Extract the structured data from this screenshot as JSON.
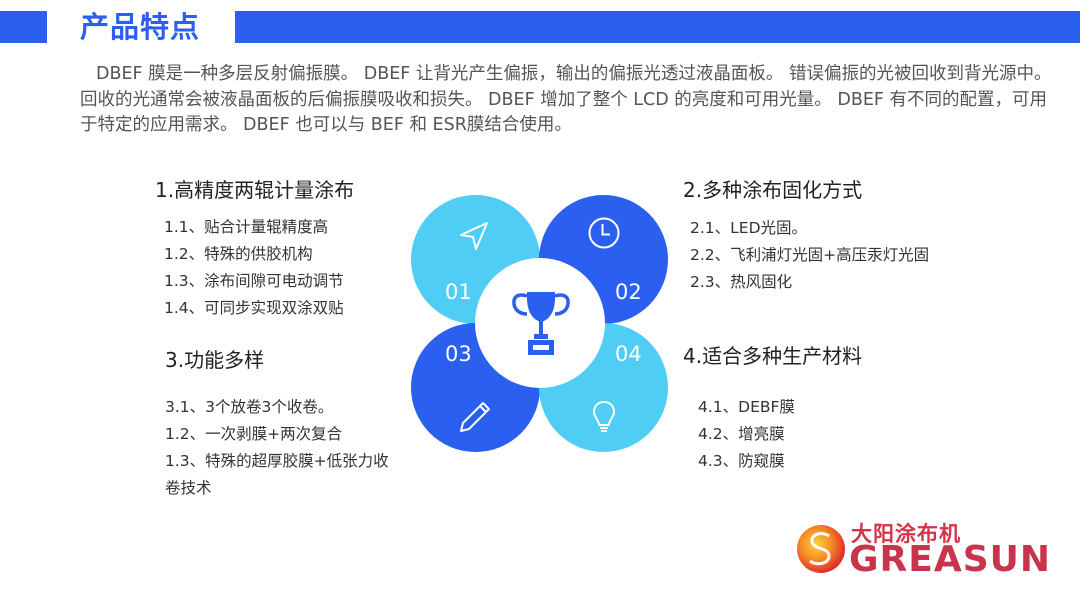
{
  "header": {
    "title": "产品特点",
    "accent_color": "#2a5ff0"
  },
  "intro": {
    "text": "DBEF 膜是一种多层反射偏振膜。 DBEF 让背光产生偏振，输出的偏振光透过液晶面板。 错误偏振的光被回收到背光源中。 回收的光通常会被液晶面板的后偏振膜吸收和损失。 DBEF 增加了整个 LCD 的亮度和可用光量。 DBEF 有不同的配置，可用于特定的应用需求。 DBEF 也可以与 BEF 和 ESR膜结合使用。"
  },
  "sections": [
    {
      "title": "1.高精度两辊计量涂布",
      "items": [
        "1.1、贴合计量辊精度高",
        "1.2、特殊的供胶机构",
        "1.3、涂布间隙可电动调节",
        "1.4、可同步实现双涂双贴"
      ]
    },
    {
      "title": "2.多种涂布固化方式",
      "items": [
        "2.1、LED光固。",
        "2.2、飞利浦灯光固+高压汞灯光固",
        "2.3、热风固化"
      ]
    },
    {
      "title": "3.功能多样",
      "items": [
        "3.1、3个放卷3个收卷。",
        "1.2、一次剥膜+两次复合",
        "1.3、特殊的超厚胶膜+低张力收",
        "卷技术"
      ]
    },
    {
      "title": "4.适合多种生产材料",
      "items": [
        "4.1、DEBF膜",
        "4.2、增亮膜",
        "4.3、防窥膜"
      ]
    }
  ],
  "diagram": {
    "circles": [
      {
        "number": "01",
        "icon": "navigation-arrow-icon",
        "color": "#4fcdf5"
      },
      {
        "number": "02",
        "icon": "clock-icon",
        "color": "#2a5ff0"
      },
      {
        "number": "03",
        "icon": "pencil-icon",
        "color": "#2a5ff0"
      },
      {
        "number": "04",
        "icon": "lightbulb-icon",
        "color": "#4fcdf5"
      }
    ],
    "center_icon": "trophy-icon"
  },
  "logo": {
    "cn": "大阳涂布机",
    "en": "GREASUN"
  }
}
